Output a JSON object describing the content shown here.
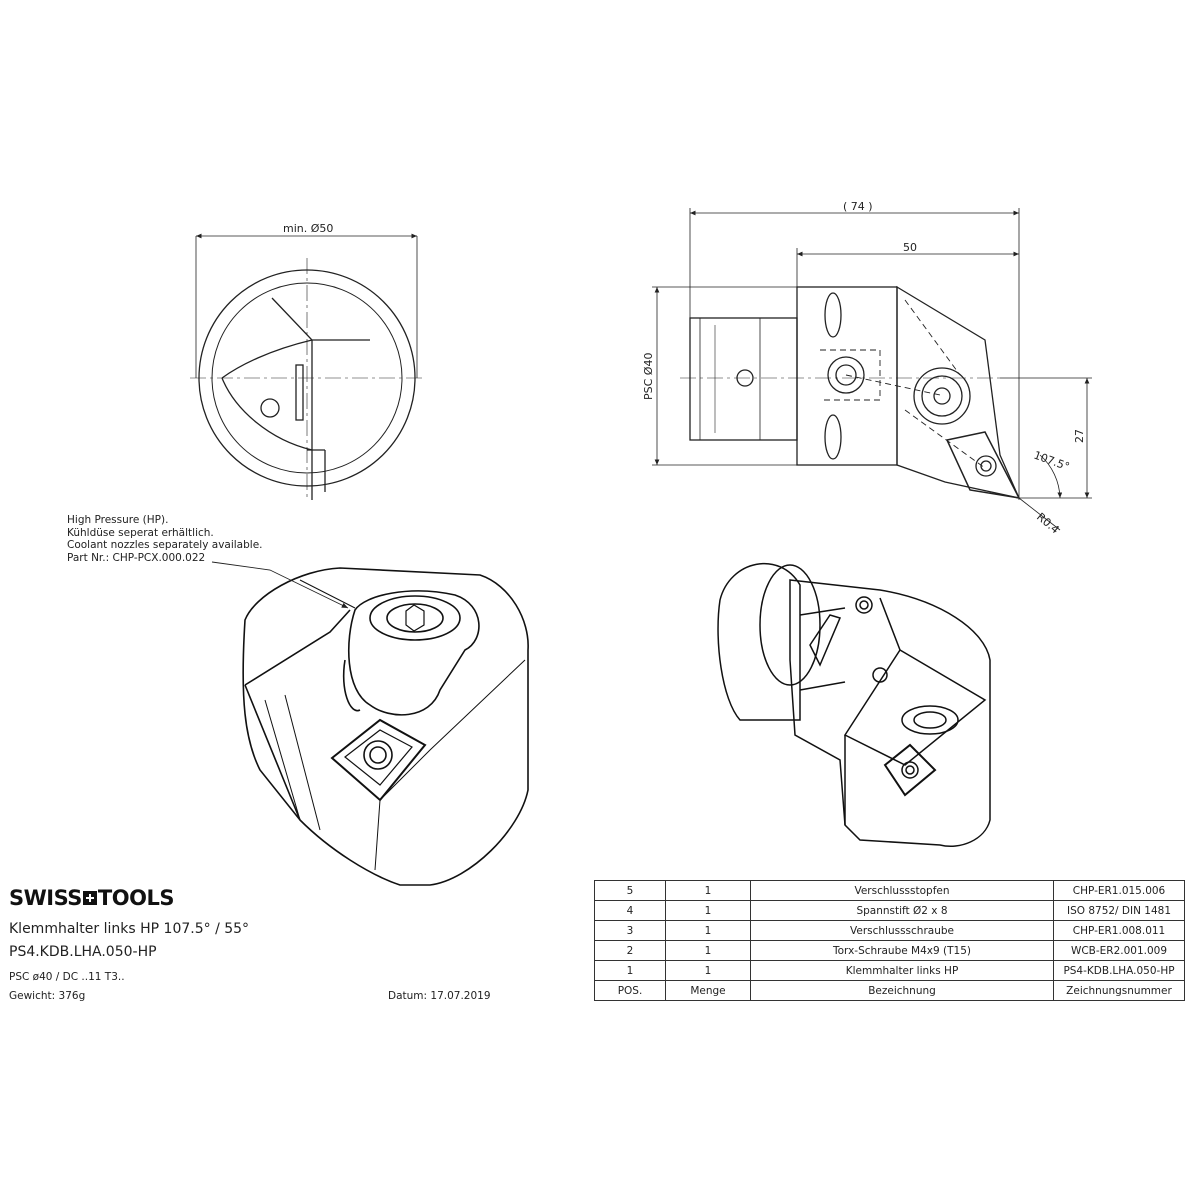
{
  "dimensions": {
    "min_diameter": "min. Ø50",
    "overall_length": "( 74 )",
    "length_50": "50",
    "psc": "PSC Ø40",
    "height_27": "27",
    "angle": "107.5°",
    "radius": "R0.4"
  },
  "note": {
    "line1": "High Pressure (HP).",
    "line2": "Kühldüse seperat erhältlich.",
    "line3": "Coolant nozzles separately available.",
    "line4": "Part Nr.: CHP-PCX.000.022"
  },
  "brand": {
    "left": "SWISS",
    "right": "TOOLS"
  },
  "title_block": {
    "title": "Klemmhalter links HP 107.5° / 55°",
    "part_number": "PS4.KDB.LHA.050-HP",
    "spec": "PSC ø40 / DC ..11 T3..",
    "weight": "Gewicht: 376g",
    "date": "Datum: 17.07.2019"
  },
  "bom": {
    "rows": [
      [
        "5",
        "1",
        "Verschlussstopfen",
        "CHP-ER1.015.006"
      ],
      [
        "4",
        "1",
        "Spannstift Ø2 x 8",
        "ISO 8752/ DIN 1481"
      ],
      [
        "3",
        "1",
        "Verschlussschraube",
        "CHP-ER1.008.011"
      ],
      [
        "2",
        "1",
        "Torx-Schraube M4x9 (T15)",
        "WCB-ER2.001.009"
      ],
      [
        "1",
        "1",
        "Klemmhalter links HP",
        "PS4-KDB.LHA.050-HP"
      ]
    ],
    "header": [
      "POS.",
      "Menge",
      "Bezeichnung",
      "Zeichnungsnummer"
    ]
  }
}
